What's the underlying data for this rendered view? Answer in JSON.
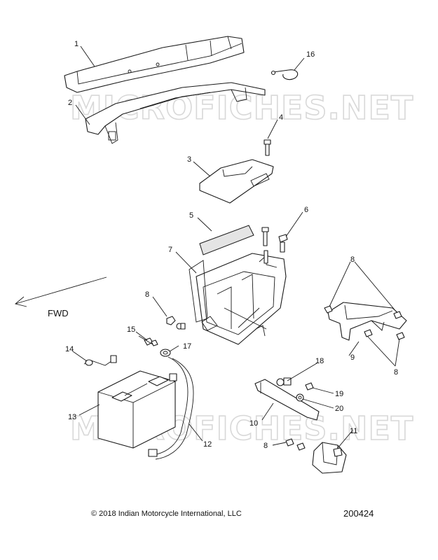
{
  "watermark": "MICROFICHES.NET",
  "direction_label": "FWD",
  "copyright": "© 2018 Indian Motorcycle International, LLC",
  "drawing_number": "200424",
  "callouts": [
    "1",
    "2",
    "3",
    "4",
    "5",
    "6",
    "7",
    "8",
    "9",
    "10",
    "11",
    "12",
    "13",
    "14",
    "15",
    "16",
    "17",
    "18",
    "19",
    "20"
  ]
}
